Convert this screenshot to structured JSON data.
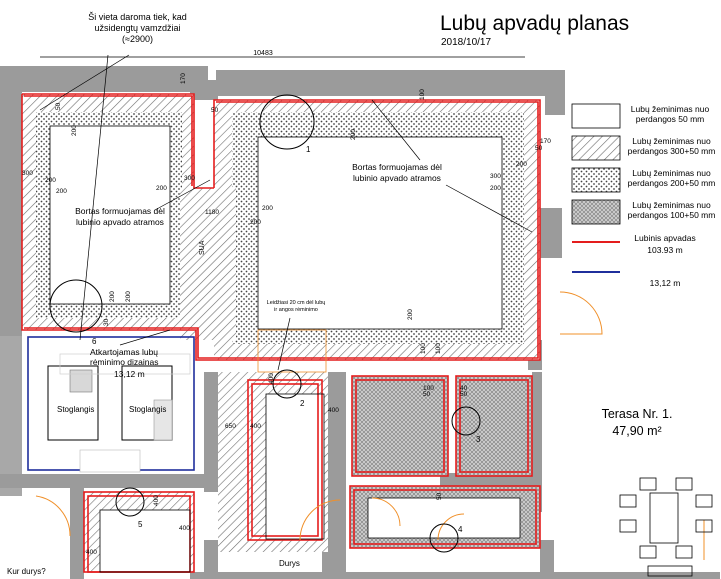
{
  "title": "Lubų apvadų planas",
  "date": "2018/10/17",
  "note_pipes": "Ši vieta daroma tiek, kad užsidengtų vamzdžiai (≈2900)",
  "terrace": {
    "name": "Terasa Nr. 1.",
    "area": "47,90 m²"
  },
  "legend": [
    {
      "label": "Lubų žeminimas nuo perdangos 50 mm",
      "pattern": "plain"
    },
    {
      "label": "Lubų žeminimas nuo perdangos 300+50 mm",
      "pattern": "hatch"
    },
    {
      "label": "Lubų žeminimas nuo perdangos 200+50 mm",
      "pattern": "dots"
    },
    {
      "label": "Lubų žeminimas nuo perdangos 100+50 mm",
      "pattern": "cross"
    },
    {
      "label": "Lubinis apvadas",
      "value": "103.93 m",
      "color": "#e41d1d"
    },
    {
      "label": "",
      "value": "13,12 m",
      "color": "#1f2f9c"
    }
  ],
  "notes": {
    "bortas_left": "Bortas formuojamas dėl lubinio apvado atramos",
    "bortas_right": "Bortas formuojamas dėl lubinio apvado atramos",
    "repeat": "Atkartojamas lubų rėminimo dizainas",
    "repeat_len": "13,12 m",
    "leave_20": "Leidžiasi 20 cm dėl lubų ir angos rėminimo"
  },
  "rooms": {
    "skylight_left": "Stoglangis",
    "skylight_right": "Stoglangis",
    "door": "Durys",
    "question": "Kur durys?",
    "sua": "SUA"
  },
  "markers": [
    "1",
    "2",
    "3",
    "4",
    "5",
    "6"
  ],
  "dimensions": {
    "overall": "10483",
    "d1180": "1180",
    "d170a": "170",
    "d170b": "170",
    "d50a": "50",
    "d50b": "50",
    "d50c": "50",
    "d300a": "300",
    "d300b": "300",
    "d300c": "300",
    "d200s": [
      "200",
      "200",
      "200",
      "200",
      "200",
      "200",
      "200",
      "200",
      "200",
      "200",
      "200",
      "200",
      "200",
      "200",
      "200"
    ],
    "d100s": [
      "100",
      "100",
      "100",
      "100"
    ],
    "d400s": [
      "400",
      "400",
      "400",
      "400",
      "400",
      "400"
    ],
    "d650": "650",
    "d40": "40",
    "d50s": [
      "50",
      "50",
      "50",
      "50"
    ],
    "d30": "30"
  },
  "colors": {
    "red": "#e41d1d",
    "blue": "#1f2f9c",
    "wall": "#9b9b9b",
    "orange": "#f0902a"
  }
}
